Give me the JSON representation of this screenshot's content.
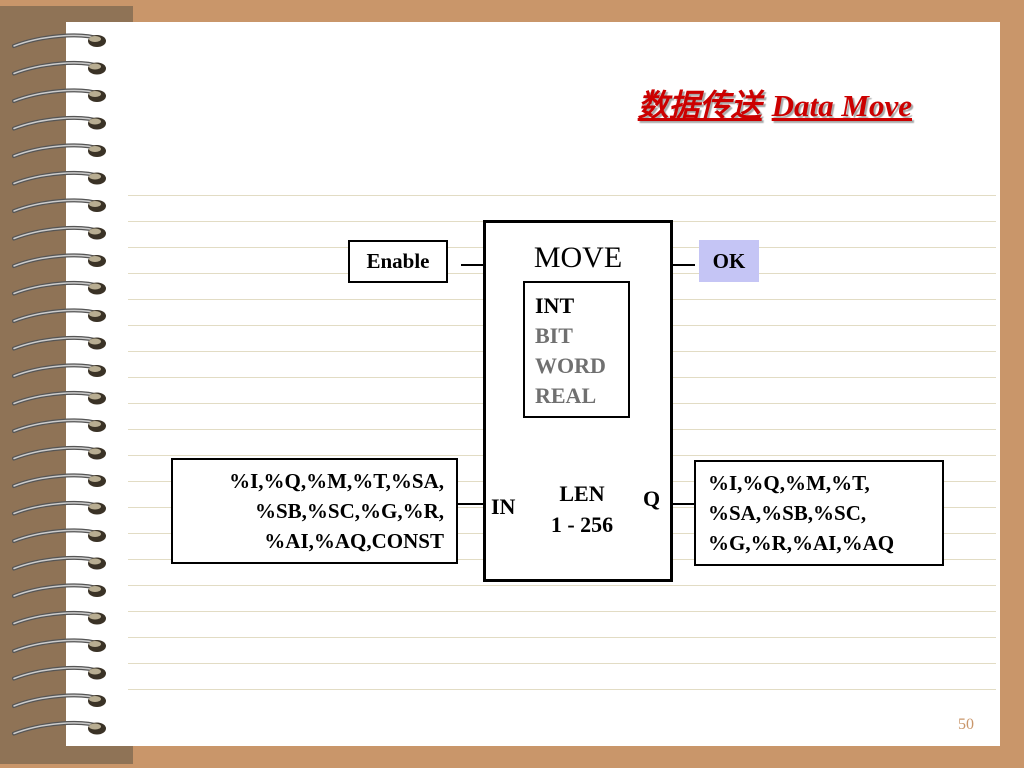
{
  "title": {
    "cn": "数据传送",
    "en": "Data Move"
  },
  "diagram": {
    "enable_label": "Enable",
    "ok_label": "OK",
    "block_name": "MOVE",
    "types": [
      "INT",
      "BIT",
      "WORD",
      "REAL"
    ],
    "len_label": "LEN",
    "len_range": "1 - 256",
    "in_port": "IN",
    "q_port": "Q",
    "in_operands": [
      "%I,%Q,%M,%T,%SA,",
      "%SB,%SC,%G,%R,",
      "%AI,%AQ,CONST"
    ],
    "out_operands": [
      "%I,%Q,%M,%T,",
      "%SA,%SB,%SC,",
      "%G,%R,%AI,%AQ"
    ]
  },
  "page_number": "50",
  "colors": {
    "title": "#cc0000",
    "ok_fill": "#c5c5f5",
    "binding": "#8f7356",
    "border": "#c9966a"
  }
}
